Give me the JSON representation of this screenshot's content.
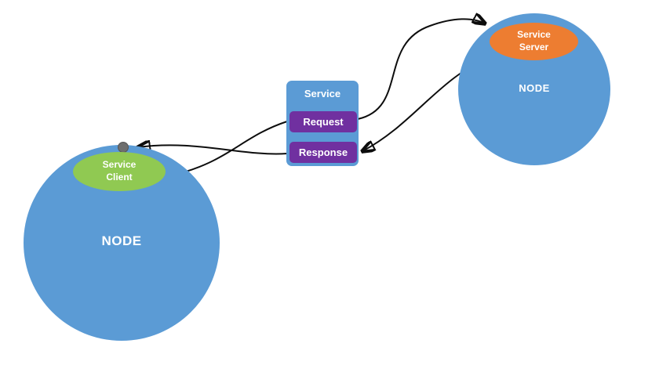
{
  "diagram": {
    "client_node": {
      "label": "NODE",
      "client_label": "Service Client"
    },
    "server_node": {
      "label": "NODE",
      "server_label": "Service Server"
    },
    "service": {
      "title": "Service",
      "request_label": "Request",
      "response_label": "Response"
    },
    "colors": {
      "node_blue": "#5b9bd5",
      "client_green": "#90c952",
      "server_orange": "#ed7d31",
      "action_purple": "#7030a0",
      "arrow_black": "#0d0d0d",
      "dot_gray": "#6e6e6e",
      "background": "#ffffff"
    }
  }
}
